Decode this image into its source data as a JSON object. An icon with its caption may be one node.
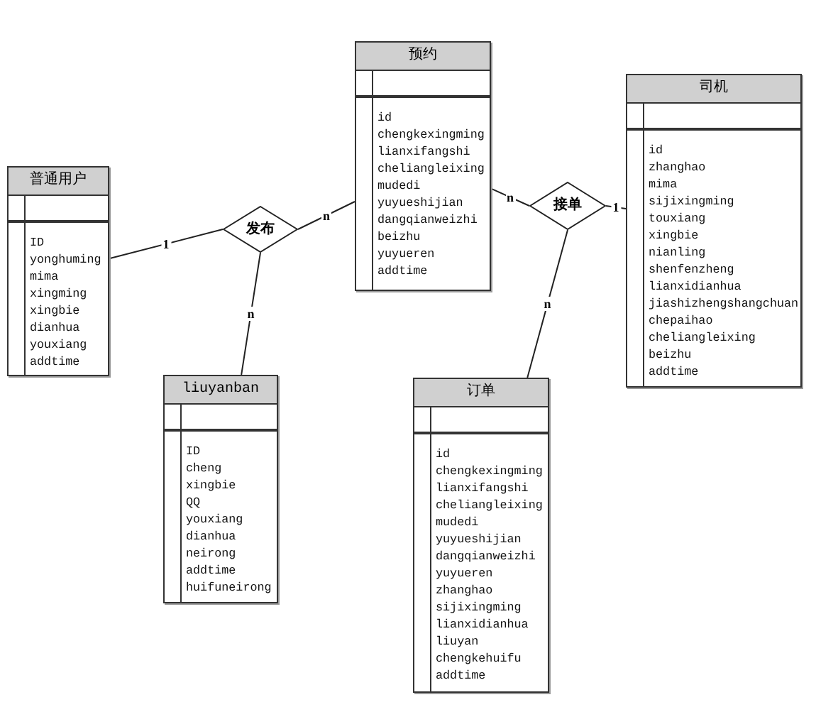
{
  "diagram": {
    "nodes": [
      {
        "text": [
          "普通用户",
          "ID",
          "yonghuming",
          "mima",
          "xingming",
          "xingbie",
          "dianhua",
          "youxiang",
          "addtime"
        ]
      },
      {
        "text": [
          "发布"
        ]
      },
      {
        "text": [
          "liuyanban",
          "ID",
          "cheng",
          "xingbie",
          "QQ",
          "youxiang",
          "dianhua",
          "neirong",
          "addtime",
          "huifuneirong"
        ]
      },
      {
        "text": [
          "预约",
          "id",
          "chengkexingming",
          "lianxifangshi",
          "cheliangleixing",
          "mudedi",
          "yuyueshijian",
          "dangqianweizhi",
          "beizhu",
          "yuyueren",
          "addtime"
        ]
      },
      {
        "text": [
          "接单"
        ]
      },
      {
        "text": [
          "订单",
          "id",
          "chengkexingming",
          "lianxifangshi",
          "cheliangleixing",
          "mudedi",
          "yuyueshijian",
          "dangqianweizhi",
          "yuyueren",
          "zhanghao",
          "sijixingming",
          "lianxidianhua",
          "liuyan",
          "chengkehuifu",
          "addtime"
        ]
      },
      {
        "text": [
          "司机",
          "id",
          "zhanghao",
          "mima",
          "sijixingming",
          "touxiang",
          "xingbie",
          "nianling",
          "shenfenzheng",
          "lianxidianhua",
          "jiashizhengshangchuan",
          "chepaihao",
          "cheliangleixing",
          "beizhu",
          "addtime"
        ]
      }
    ],
    "edges": [
      {
        "from": 0,
        "to": 1,
        "arrow": "none",
        "label": "1"
      },
      {
        "from": 1,
        "to": 3,
        "arrow": "none",
        "label": "n"
      },
      {
        "from": 1,
        "to": 2,
        "arrow": "none",
        "label": "n"
      },
      {
        "from": 3,
        "to": 4,
        "arrow": "none",
        "label": "n"
      },
      {
        "from": 4,
        "to": 6,
        "arrow": "none",
        "label": "1"
      },
      {
        "from": 4,
        "to": 5,
        "arrow": "none",
        "label": "n"
      }
    ]
  }
}
